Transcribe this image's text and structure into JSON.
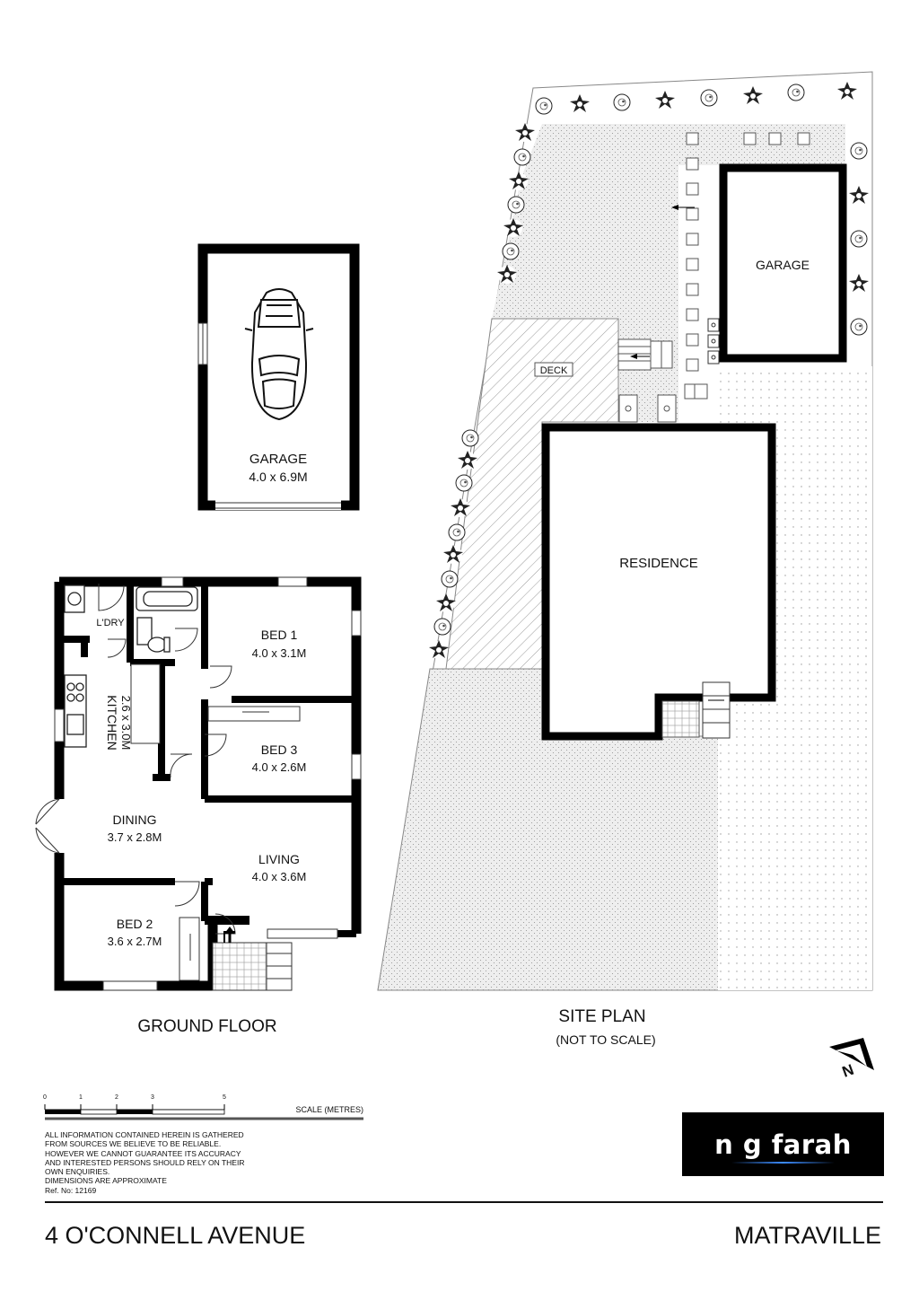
{
  "floorplan": {
    "garage_name": "GARAGE",
    "garage_dims": "4.0 x 6.9M",
    "ground_floor_title": "GROUND FLOOR",
    "rooms": [
      {
        "name": "L'DRY",
        "dims": ""
      },
      {
        "name": "KITCHEN",
        "dims": "2.6 x 3.0M"
      },
      {
        "name": "BED 1",
        "dims": "4.0 x 3.1M"
      },
      {
        "name": "BED 3",
        "dims": "4.0 x 2.6M"
      },
      {
        "name": "DINING",
        "dims": "3.7 x 2.8M"
      },
      {
        "name": "LIVING",
        "dims": "4.0 x 3.6M"
      },
      {
        "name": "BED 2",
        "dims": "3.6 x 2.7M"
      }
    ]
  },
  "site_plan": {
    "title": "SITE PLAN",
    "subtitle": "(NOT TO SCALE)",
    "labels": {
      "garage": "GARAGE",
      "deck": "DECK",
      "residence": "RESIDENCE"
    },
    "north_label": "N"
  },
  "scale_bar": {
    "ticks": [
      "0",
      "1",
      "2",
      "3",
      "5"
    ],
    "label": "SCALE (METRES)"
  },
  "disclaimer": {
    "lines": [
      "ALL INFORMATION CONTAINED HEREIN IS GATHERED",
      "FROM SOURCES WE BELIEVE TO BE RELIABLE.",
      "HOWEVER WE CANNOT GUARANTEE ITS ACCURACY",
      "AND INTERESTED PERSONS SHOULD RELY ON THEIR",
      "OWN ENQUIRIES.",
      "DIMENSIONS ARE APPROXIMATE",
      "Ref. No: 12169"
    ]
  },
  "brand": {
    "logo_text": "n g farah",
    "accent": "#3c8cff"
  },
  "footer": {
    "address": "4 O'CONNELL AVENUE",
    "suburb": "MATRAVILLE"
  }
}
